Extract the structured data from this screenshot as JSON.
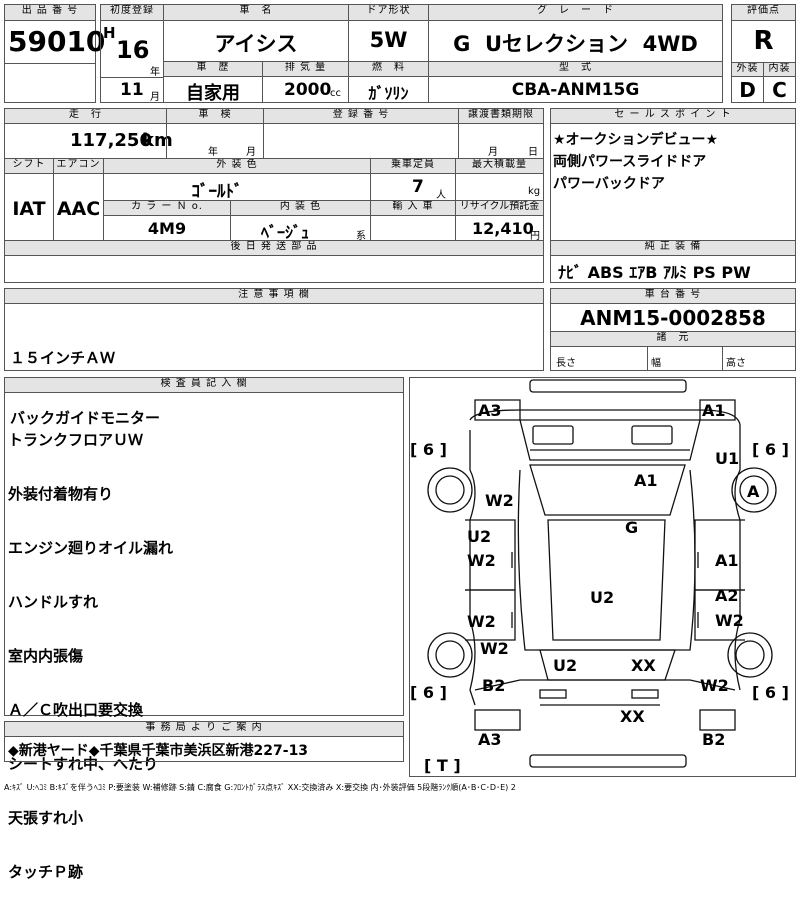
{
  "header": {
    "lot_no_label": "出 品 番 号",
    "lot_no": "59010",
    "first_reg_label": "初度登録",
    "era": "H",
    "year": "16",
    "year_unit": "年",
    "month": "11",
    "month_unit": "月",
    "car_name_label": "車　名",
    "car_name": "アイシス",
    "history_label": "車　歴",
    "history": "自家用",
    "displacement_label": "排 気 量",
    "displacement": "2000",
    "displacement_unit": "cc",
    "door_label": "ドア形状",
    "door": "5W",
    "fuel_label": "燃　料",
    "fuel": "ｶﾞｿﾘﾝ",
    "grade_label": "グ　レ　ー　ド",
    "grade": "G  Uセレクション  4WD",
    "model_label": "型　式",
    "model": "CBA-ANM15G",
    "score_label": "評価点",
    "score": "R",
    "exterior_label": "外装",
    "exterior": "D",
    "interior_label": "内装",
    "interior": "C"
  },
  "row2": {
    "mileage_label": "走　行",
    "mileage": "117,250",
    "mileage_unit": "km",
    "inspection_label": "車　検",
    "insp_year_unit": "年",
    "insp_month_unit": "月",
    "reg_no_label": "登 録 番 号",
    "transfer_label": "譲渡書類期限",
    "tr_month_unit": "月",
    "tr_day_unit": "日",
    "sales_label": "セ ー ル ス ポ イ ン ト",
    "sales_points": [
      "★オークションデビュー★",
      "両側パワースライドドア",
      "パワーバックドア"
    ]
  },
  "row3": {
    "shift_label": "シフト",
    "shift": "IAT",
    "ac_label": "エアコン",
    "ac": "AAC",
    "ext_color_label": "外 装 色",
    "ext_color": "ｺﾞｰﾙﾄﾞ",
    "seats_label": "乗車定員",
    "seats": "7",
    "seats_unit": "人",
    "max_load_label": "最大積載量",
    "max_load_unit": "kg",
    "color_no_label": "カ ラ ー Ｎ o.",
    "color_no": "4M9",
    "int_color_label": "内 装 色",
    "int_color": "ﾍﾞｰｼﾞｭ",
    "int_color_suffix": "系",
    "import_label": "輸 入 車",
    "recycle_label": "リサイクル預託金",
    "recycle": "12,410",
    "recycle_unit": "円"
  },
  "later_parts_label": "後 日 発 送 部 品",
  "equipment_label": "純 正 装 備",
  "equipment": "ﾅﾋﾞ ABS ｴｱB ｱﾙﾐ PS PW",
  "notes_label": "注 意 事 項 欄",
  "notes": [
    "１５インチＡＷ",
    "バックガイドモニター"
  ],
  "chassis_label": "車 台 番 号",
  "chassis": "ANM15-0002858",
  "specs_label": "諸　元",
  "spec_length": "長さ",
  "spec_width": "幅",
  "spec_height": "高さ",
  "inspector_label": "検 査 員 記 入 欄",
  "inspector_lines": [
    "トランクフロアＵＷ",
    "外装付着物有り",
    "エンジン廻りオイル漏れ",
    "ハンドルすれ",
    "室内内張傷",
    "Ａ／Ｃ吹出口要交換",
    "シートすれ中、へたり",
    "天張すれ小",
    "タッチＰ跡"
  ],
  "office_label": "事 務 局 よ り ご 案 内",
  "office_text": "◆新港ヤード◆千葉県千葉市美浜区新港227-13",
  "legend": "A:ｷｽﾞ U:ﾍｺﾐ B:ｷｽﾞを伴うﾍｺﾐ P:要塗装 W:補修跡 S:錆 C:腐食 G:ﾌﾛﾝﾄｶﾞﾗｽ点ｷｽﾞ XX:交換済み X:要交換  内･外装評価  5段階ﾗﾝｸ順(A･B･C･D･E) 2",
  "diagram": {
    "tire_label": "[ 6 ]",
    "t_label": "[ T ]",
    "marks": {
      "front_left": "A3",
      "front_right": "A1",
      "u1": "U1",
      "a_wheel": "A",
      "hood": "A1",
      "left_fender": "W2",
      "windshield": "G",
      "l_door1_top": "U2",
      "l_door1_bot": "W2",
      "r_door1": "A1",
      "roof": "U2",
      "r_door2_top": "A2",
      "r_door2_bot": "W2",
      "l_door2": "W2",
      "l_rear": "W2",
      "tail_left": "U2",
      "tail_right": "XX",
      "l_quarter": "B2",
      "r_quarter": "W2",
      "rear_center": "XX",
      "rear_left": "A3",
      "rear_right": "B2"
    }
  }
}
